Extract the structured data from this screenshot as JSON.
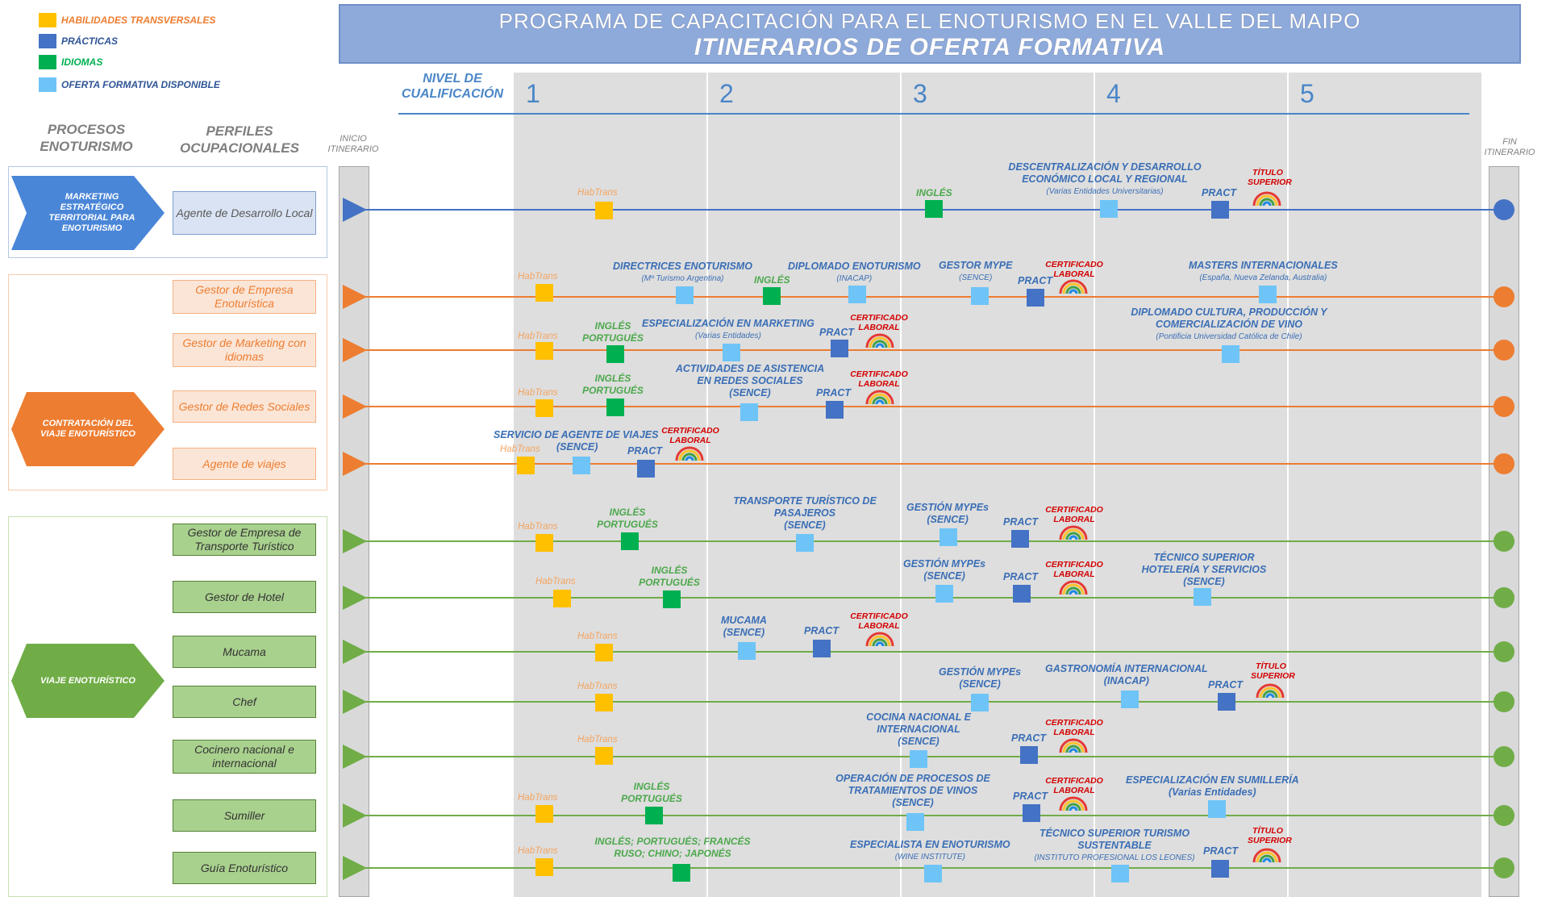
{
  "legend": [
    {
      "label": "HABILIDADES TRANSVERSALES",
      "color": "#ffc000",
      "text_color": "#ed7d31"
    },
    {
      "label": "PRÁCTICAS",
      "color": "#4472c4",
      "text_color": "#2f5597"
    },
    {
      "label": "IDIOMAS",
      "color": "#00b050",
      "text_color": "#00b050"
    },
    {
      "label": "OFERTA FORMATIVA DISPONIBLE",
      "color": "#6ec4f7",
      "text_color": "#2f5597"
    }
  ],
  "title": {
    "line1": "PROGRAMA DE CAPACITACIÓN PARA EL ENOTURISMO EN EL VALLE DEL MAIPO",
    "line2": "ITINERARIOS DE OFERTA FORMATIVA"
  },
  "headers": {
    "procesos": "PROCESOS ENOTURISMO",
    "perfiles": "PERFILES OCUPACIONALES",
    "inicio": "INICIO ITINERARIO",
    "fin": "FIN ITINERARIO",
    "nivel": "NIVEL DE CUALIFICACIÓN"
  },
  "levels": [
    "1",
    "2",
    "3",
    "4",
    "5"
  ],
  "processes": [
    {
      "label": "MARKETING ESTRATÉGICO TERRITORIAL PARA ENOTURISMO",
      "color": "#4a86d8"
    },
    {
      "label": "CONTRATACIÓN DEL VIAJE ENOTURÍSTICO",
      "color": "#ed7d31"
    },
    {
      "label": "VIAJE ENOTURÍSTICO",
      "color": "#70ad47"
    }
  ],
  "profiles": [
    "Agente de Desarrollo Local",
    "Gestor de Empresa Enoturística",
    "Gestor de Marketing con idiomas",
    "Gestor de Redes Sociales",
    "Agente de viajes",
    "Gestor de Empresa de Transporte Turístico",
    "Gestor de Hotel",
    "Mucama",
    "Chef",
    "Cocinero nacional e internacional",
    "Sumiller",
    "Guía Enoturístico"
  ],
  "line_colors": {
    "blue": "#4472c4",
    "orange": "#ed7d31",
    "green": "#70ad47"
  },
  "item_labels": {
    "hab": "HabTrans",
    "pract": "PRACT",
    "ingles": "INGLÉS",
    "ingles_portugues": "INGLÉS PORTUGUÉS",
    "cert": "CERTIFICADO LABORAL",
    "titulo": "TÍTULO SUPERIOR"
  },
  "offers": {
    "r0_desc": "DESCENTRALIZACIÓN Y DESARROLLO ECONÓMICO LOCAL Y REGIONAL",
    "r0_desc_sub": "(Varias Entidades Universitarias)",
    "r1_directrices": "DIRECTRICES ENOTURISMO",
    "r1_directrices_sub": "(Mº Turismo Argentina)",
    "r1_diplomado": "DIPLOMADO ENOTURISMO",
    "r1_diplomado_sub": "(INACAP)",
    "r1_gestor": "GESTOR MYPE",
    "r1_gestor_sub": "(SENCE)",
    "r1_masters": "MASTERS INTERNACIONALES",
    "r1_masters_sub": "(España, Nueva Zelanda, Australia)",
    "r2_espec": "ESPECIALIZACIÓN EN MARKETING",
    "r2_espec_sub": "(Varias Entidades)",
    "r2_diplomado": "DIPLOMADO CULTURA, PRODUCCIÓN Y COMERCIALIZACIÓN DE VINO",
    "r2_diplomado_sub": "(Pontificia Universidad Católica de Chile)",
    "r3_actividades": "ACTIVIDADES DE ASISTENCIA EN REDES SOCIALES",
    "r3_actividades_sub": "(SENCE)",
    "r4_servicio": "SERVICIO DE AGENTE DE VIAJES",
    "r4_servicio_sub": "(SENCE)",
    "r5_transporte": "TRANSPORTE TURÍSTICO DE PASAJEROS",
    "r5_transporte_sub": "(SENCE)",
    "gestion_mypes": "GESTIÓN MYPEs",
    "sence": "(SENCE)",
    "r6_tecnico": "TÉCNICO SUPERIOR HOTELERÍA Y SERVICIOS",
    "r7_mucama": "MUCAMA",
    "r8_gastro": "GASTRONOMÍA INTERNACIONAL",
    "r8_gastro_sub": "(INACAP)",
    "r9_cocina": "COCINA NACIONAL E INTERNACIONAL",
    "r10_operacion": "OPERACIÓN DE PROCESOS DE TRATAMIENTOS DE VINOS",
    "r10_sumilleria": "ESPECIALIZACIÓN EN SUMILLERÍA",
    "r10_sumilleria_sub": "(Varias Entidades)",
    "r11_idiomas": "INGLÉS; PORTUGUÉS; FRANCÉS RUSO; CHINO; JAPONÉS",
    "r11_especialista": "ESPECIALISTA EN ENOTURISMO",
    "r11_especialista_sub": "(WINE INSTITUTE)",
    "r11_tecnico": "TÉCNICO SUPERIOR TURISMO SUSTENTABLE",
    "r11_tecnico_sub": "(INSTITUTO PROFESIONAL LOS LEONES)"
  }
}
